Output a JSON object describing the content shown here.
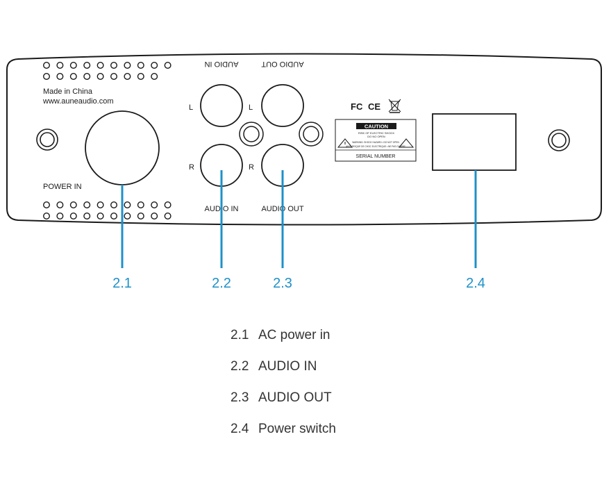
{
  "panel": {
    "made_in": "Made in China",
    "website": "www.auneaudio.com",
    "power_in_label": "POWER IN",
    "audio_in_top": "AUDIO IN",
    "audio_out_top": "AUDIO OUT",
    "audio_in_bottom": "AUDIO IN",
    "audio_out_bottom": "AUDIO OUT",
    "left_channel": "L",
    "right_channel": "R",
    "fcc": "FC",
    "ce": "CE",
    "caution_title": "CAUTION",
    "caution_line1": "RISK OF ELECTRIC SHOCK",
    "caution_line2": "DO NO OPEN",
    "warning_line1": "WARNING: SHOCK HAZARD • DO NOT OPEN",
    "warning_line2": "AVIS: RISQUE DE CHOC ELECTRIQUE • NE PAS OUVRIR",
    "serial": "SERIAL NUMBER"
  },
  "callouts": [
    "2.1",
    "2.2",
    "2.3",
    "2.4"
  ],
  "legend": [
    {
      "num": "2.1",
      "label": "AC power in"
    },
    {
      "num": "2.2",
      "label": "AUDIO IN"
    },
    {
      "num": "2.3",
      "label": "AUDIO OUT"
    },
    {
      "num": "2.4",
      "label": "Power switch"
    }
  ],
  "colors": {
    "callout": "#1e90c8",
    "outline": "#1a1a1a"
  }
}
